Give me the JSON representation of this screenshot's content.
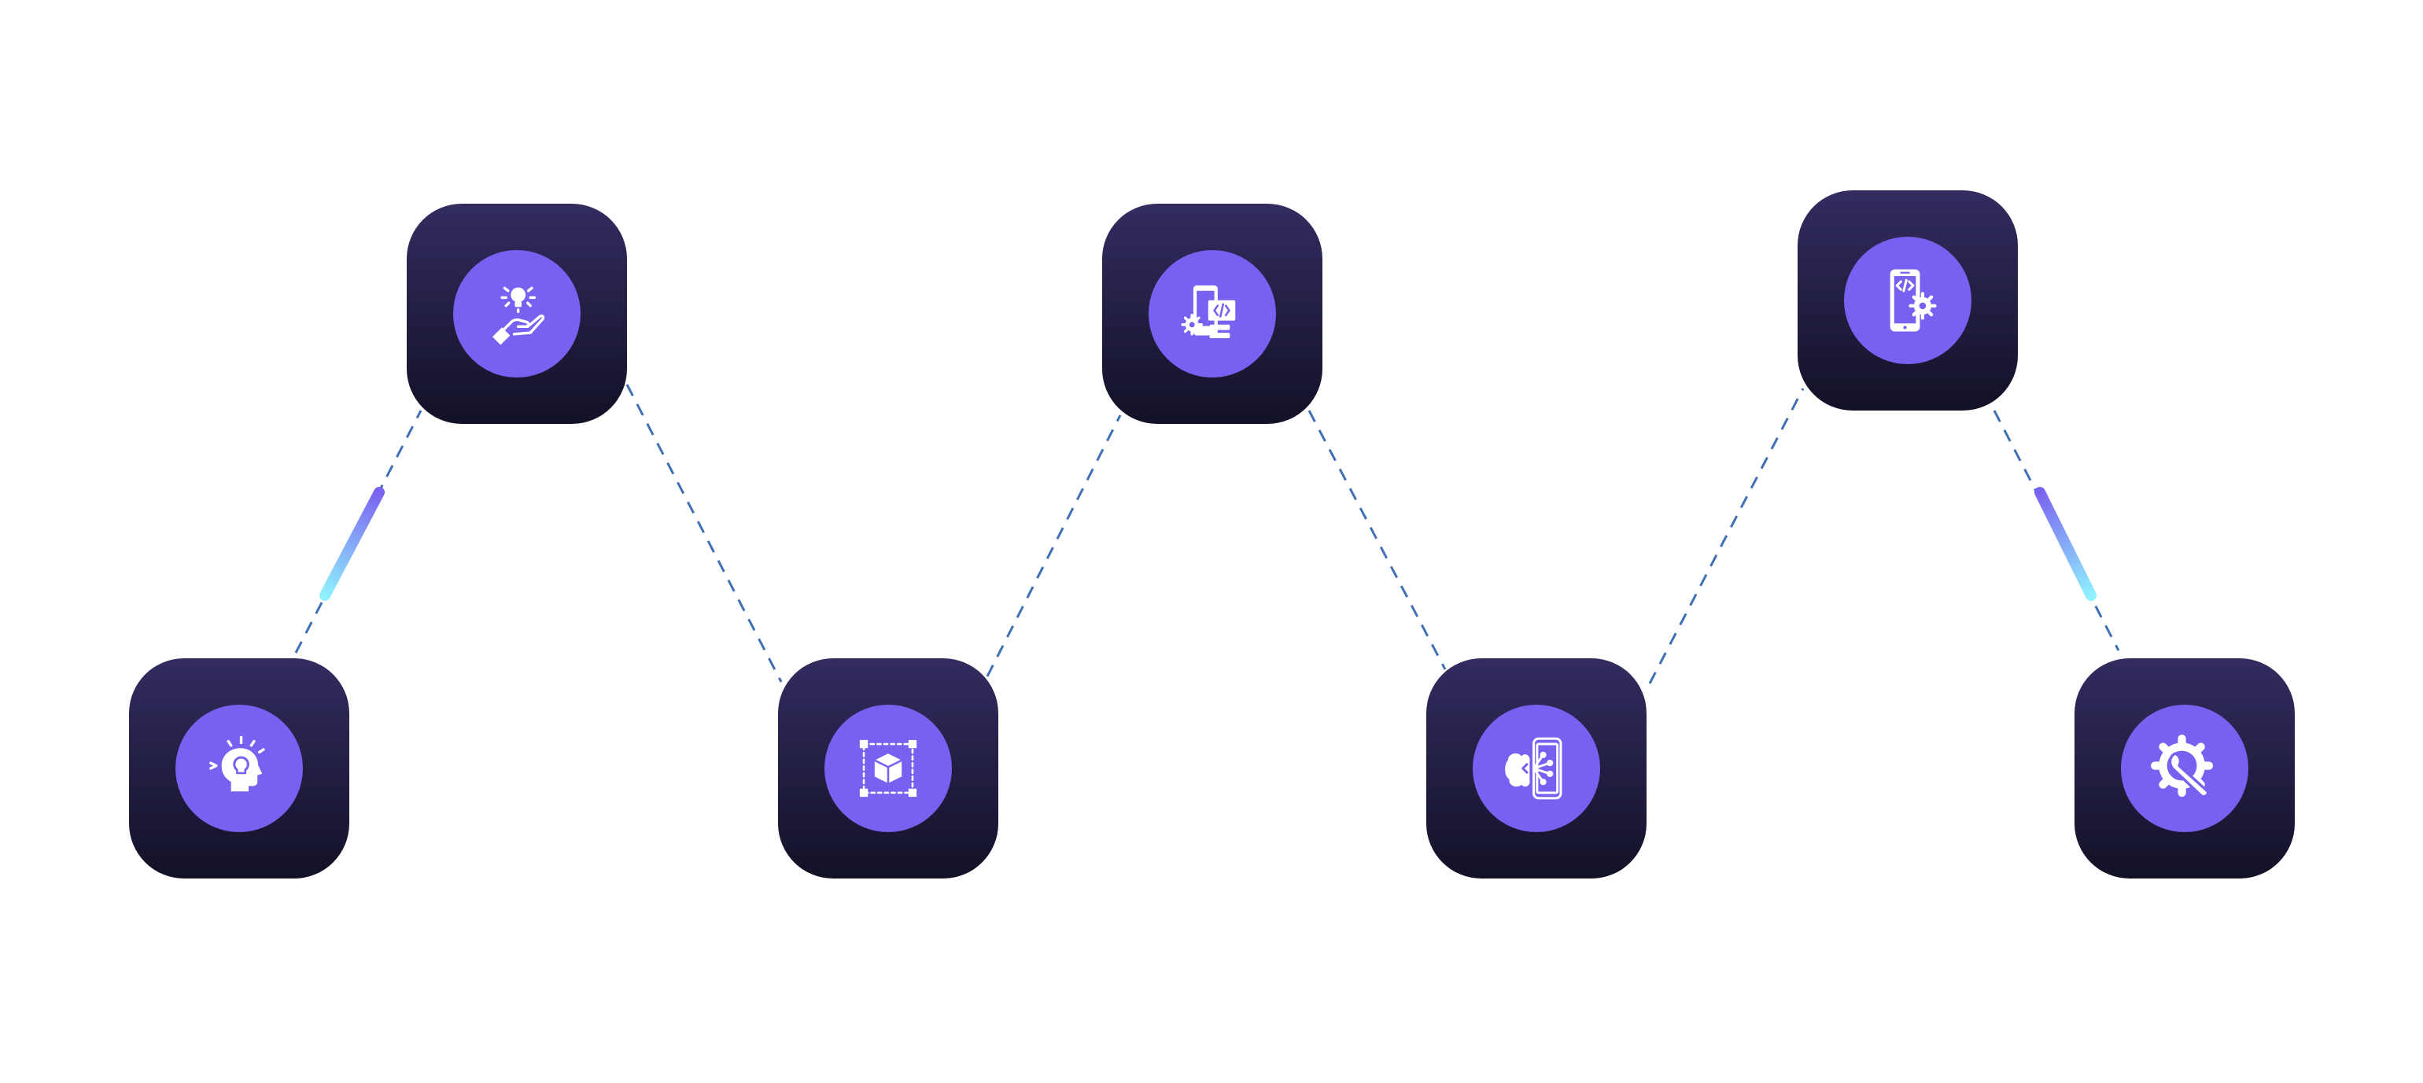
{
  "diagram": {
    "colors": {
      "card_top": "#322c60",
      "card_bottom": "#121126",
      "badge": "#7a60f0",
      "icon": "#ffffff",
      "connector": "#3f6fb4",
      "highlight_start": "#7a60f0",
      "highlight_end": "#8ff4ff"
    },
    "nodes": [
      {
        "id": "n1",
        "icon": "idea-head-icon"
      },
      {
        "id": "n2",
        "icon": "hand-holding-bulb-icon"
      },
      {
        "id": "n3",
        "icon": "prototype-cube-icon"
      },
      {
        "id": "n4",
        "icon": "app-development-icon"
      },
      {
        "id": "n5",
        "icon": "mobile-integration-icon"
      },
      {
        "id": "n6",
        "icon": "mobile-code-settings-icon"
      },
      {
        "id": "n7",
        "icon": "maintenance-wrench-gear-icon"
      }
    ],
    "connectors": [
      {
        "from": "n1",
        "to": "n2",
        "style": "dashed",
        "highlighted": true
      },
      {
        "from": "n2",
        "to": "n3",
        "style": "dashed",
        "highlighted": false
      },
      {
        "from": "n3",
        "to": "n4",
        "style": "dashed",
        "highlighted": false
      },
      {
        "from": "n4",
        "to": "n5",
        "style": "dashed",
        "highlighted": false
      },
      {
        "from": "n5",
        "to": "n6",
        "style": "dashed",
        "highlighted": false
      },
      {
        "from": "n6",
        "to": "n7",
        "style": "dashed",
        "highlighted": true
      }
    ]
  }
}
